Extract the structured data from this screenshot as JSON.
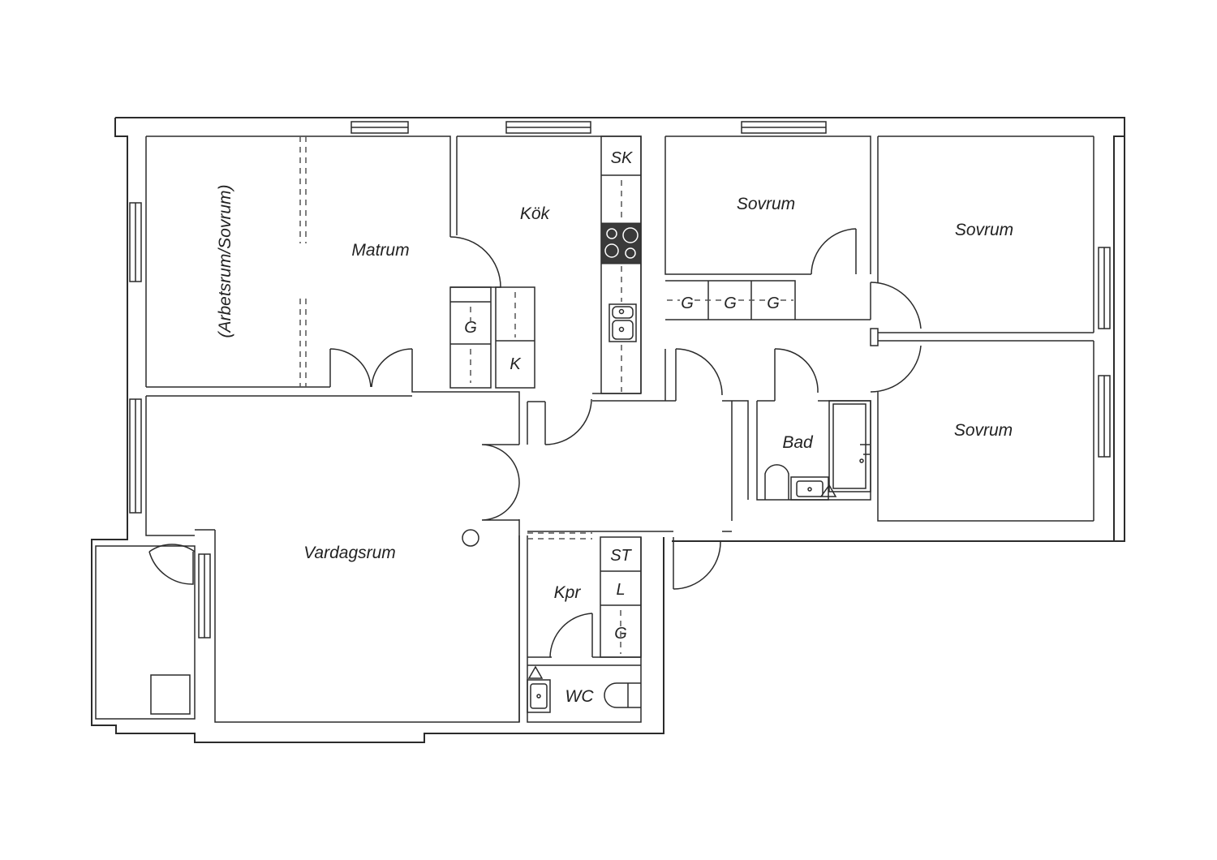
{
  "rooms": {
    "arbetsrum": "(Arbetsrum/Sovrum)",
    "matrum": "Matrum",
    "kok": "Kök",
    "sovrum_1": "Sovrum",
    "sovrum_2": "Sovrum",
    "sovrum_3": "Sovrum",
    "vardagsrum": "Vardagsrum",
    "bad": "Bad",
    "kpr": "Kpr",
    "wc": "WC"
  },
  "storage": {
    "sk": "SK",
    "g_dining": "G",
    "k_kitchen": "K",
    "g_hall_1": "G",
    "g_hall_2": "G",
    "g_hall_3": "G",
    "st": "ST",
    "l": "L",
    "g_kpr": "G"
  },
  "colors": {
    "walls": "#2b2b2b",
    "stove": "#3a3a3a",
    "background": "#ffffff"
  }
}
